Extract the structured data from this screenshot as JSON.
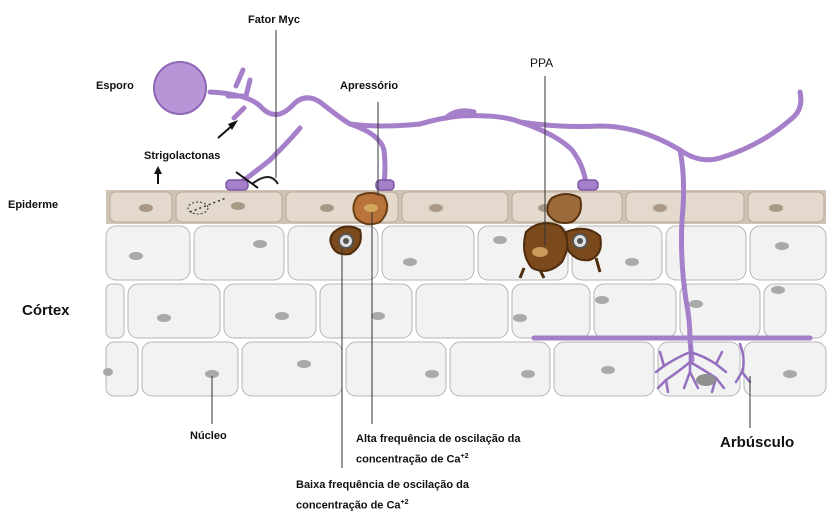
{
  "labels": {
    "fator_myc": "Fator Myc",
    "esporo": "Esporo",
    "apressorio": "Apressório",
    "ppa": "PPA",
    "strigolactonas": "Strigolactonas",
    "epiderme": "Epiderme",
    "cortex": "Córtex",
    "nucleo": "Núcleo",
    "alta_line1": "Alta frequência de oscilação da",
    "alta_line2": "concentração de Ca",
    "alta_sup": "+2",
    "baixa_line1": "Baixa frequência de oscilação da",
    "baixa_line2": "concentração de Ca",
    "baixa_sup": "+2",
    "arbusculo": "Arbúsculo"
  },
  "colors": {
    "fungus": "#a57fc9",
    "fungus_stroke": "#7d55a6",
    "epidermis": "#d9cfc2",
    "cortex_cell": "#eeeeee",
    "nucleus": "#a9a9a9",
    "ppa_brown": "#7a4a1c"
  }
}
